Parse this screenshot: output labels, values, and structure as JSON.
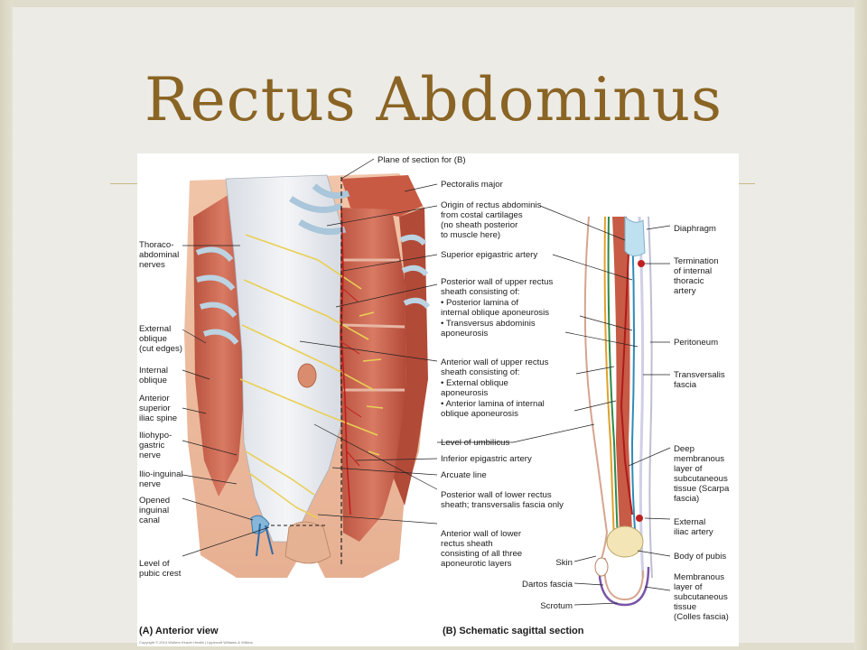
{
  "slide": {
    "title": "Rectus Abdominus"
  },
  "figure": {
    "top_label": "Plane of section for (B)",
    "panel_a_caption": "(A) Anterior view",
    "panel_b_caption": "(B) Schematic sagittal section",
    "copyright": "Copyright © 2014 Wolters Kluwer Health | Lippincott Williams & Wilkins",
    "left_labels": [
      [
        "Thoraco-",
        "abdominal",
        "nerves"
      ],
      [
        "External",
        "oblique",
        "(cut edges)"
      ],
      [
        "Internal",
        "oblique"
      ],
      [
        "Anterior",
        "superior",
        "iliac spine"
      ],
      [
        "Iliohypo-",
        "gastric",
        "nerve"
      ],
      [
        "Ilio-inguinal",
        "nerve"
      ],
      [
        "Opened",
        "inguinal",
        "canal"
      ],
      [
        "Level of",
        "pubic crest"
      ]
    ],
    "center_labels": [
      [
        "Pectoralis major"
      ],
      [
        "Origin of rectus abdominis",
        "from costal cartilages",
        "(no sheath posterior",
        "to muscle here)"
      ],
      [
        "Superior epigastric artery"
      ],
      [
        "Posterior wall of upper rectus",
        "sheath consisting of:",
        "• Posterior lamina of",
        "   internal oblique aponeurosis",
        "• Transversus abdominis",
        "   aponeurosis"
      ],
      [
        "Anterior wall of upper rectus",
        "sheath consisting of:",
        "• External oblique",
        "   aponeurosis",
        "• Anterior lamina of internal",
        "   oblique aponeurosis"
      ],
      [
        "Level of umbilicus"
      ],
      [
        "Inferior epigastric artery"
      ],
      [
        "Arcuate line"
      ],
      [
        "Posterior wall of lower rectus",
        "sheath; transversalis fascia only"
      ],
      [
        "Anterior wall of lower",
        "rectus sheath",
        "consisting of all three",
        "aponeurotic layers"
      ]
    ],
    "right_labels": [
      [
        "Diaphragm"
      ],
      [
        "Termination",
        "of internal",
        "thoracic",
        "artery"
      ],
      [
        "Peritoneum"
      ],
      [
        "Transversalis",
        "fascia"
      ],
      [
        "Deep",
        "membranous",
        "layer of",
        "subcutaneous",
        "tissue (Scarpa",
        "fascia)"
      ],
      [
        "External",
        "iliac artery"
      ],
      [
        "Body of pubis"
      ],
      [
        "Membranous",
        "layer of",
        "subcutaneous",
        "tissue",
        "(Colles fascia)"
      ]
    ],
    "bottom_labels": [
      [
        "Skin"
      ],
      [
        "Dartos fascia"
      ],
      [
        "Scrotum"
      ]
    ]
  }
}
